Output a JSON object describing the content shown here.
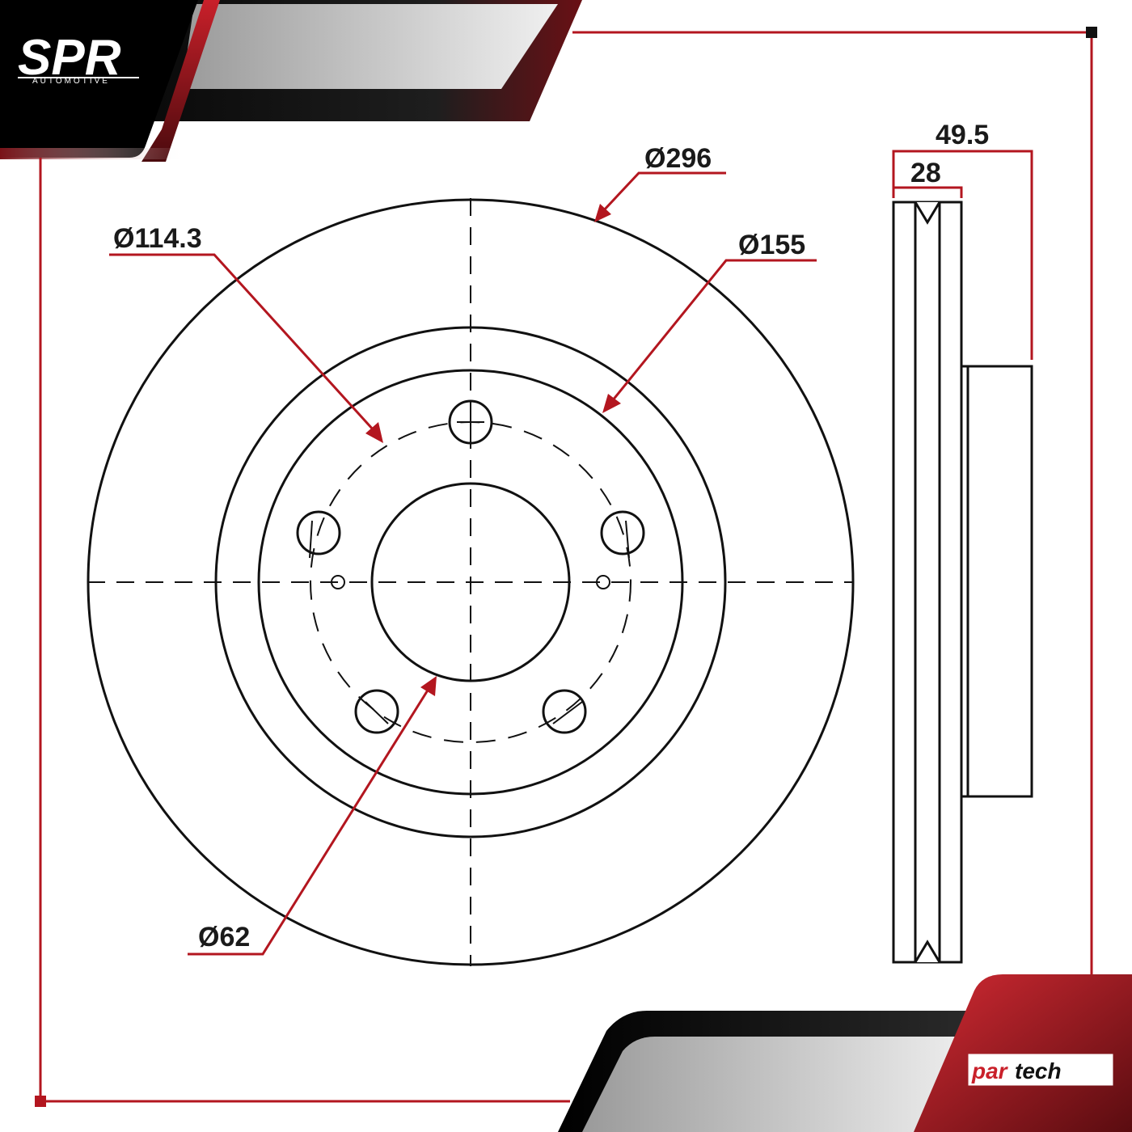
{
  "brand": {
    "logo_text": "SPR",
    "logo_subtext": "AUTOMOTIVE",
    "badge_part1": "par",
    "badge_part2": "tech"
  },
  "colors": {
    "accent": "#b3161f",
    "dark": "#111111",
    "grey": "#d4d4d4",
    "line": "#111111"
  },
  "dimensions": {
    "outer_diameter": "Ø296",
    "pcd": "Ø114.3",
    "hat_diameter": "Ø155",
    "center_bore": "Ø62",
    "total_height": "49.5",
    "thickness": "28"
  }
}
